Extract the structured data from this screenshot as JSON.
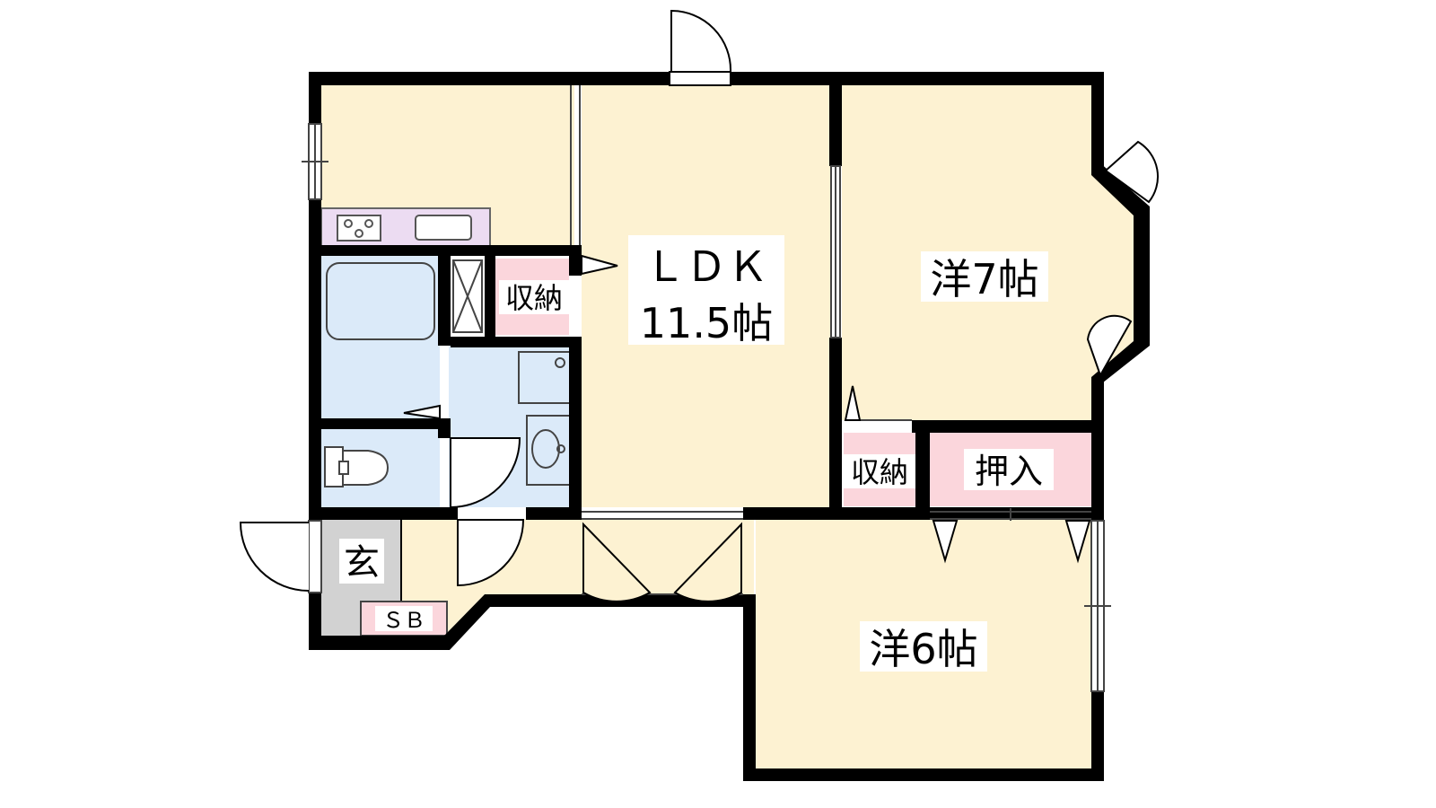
{
  "colors": {
    "wall": "#000000",
    "floor": "#fdf2d2",
    "wet_area": "#dbeaf9",
    "storage": "#fbd6dc",
    "entrance": "#d2d2d2",
    "kitchen_counter": "#ecdcf2"
  },
  "rooms": {
    "ldk": {
      "name": "ＬＤＫ",
      "size": "11.5帖"
    },
    "western7": {
      "label": "洋7帖"
    },
    "western6": {
      "label": "洋6帖"
    },
    "closet_oshiire": {
      "label": "押入"
    },
    "storage_kitchen": {
      "label": "収納"
    },
    "storage_room7": {
      "label": "収納"
    },
    "entrance": {
      "label": "玄"
    },
    "shoe_box": {
      "label": "ＳＢ"
    }
  },
  "icons": [
    "stove-icon",
    "sink-icon",
    "bathtub-icon",
    "toilet-icon",
    "washbasin-icon",
    "washing-machine-icon",
    "door-swing-icon",
    "window-icon"
  ]
}
